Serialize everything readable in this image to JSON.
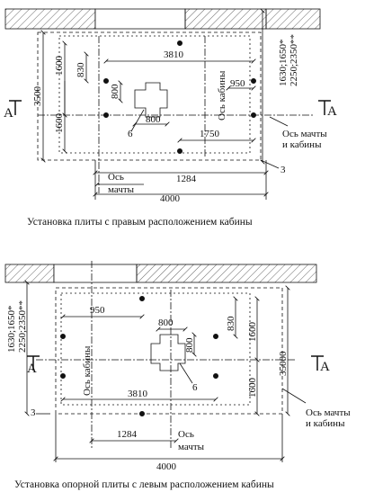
{
  "top": {
    "caption": "Установка плиты с правым расположением кабины",
    "dims": {
      "holes_horizontal": "3810",
      "cabin_offset": "950",
      "width_1750": "1750",
      "d_1600_top": "1600",
      "d_1600_bottom": "1600",
      "d_3500": "3500",
      "d_830": "830",
      "d_800_h": "800",
      "d_800_v": "800",
      "d_1284": "1284",
      "d_4000": "4000",
      "pit_size": "1630;1650*",
      "pit_size2": "2250;2350**"
    },
    "labels": {
      "cabin_axis": "Ось кабины",
      "mast_cabin_axis_1": "Ось мачты",
      "mast_cabin_axis_2": "и кабины",
      "mast_axis_1": "Ось",
      "mast_axis_2": "мачты",
      "ref_6": "6",
      "ref_3": "3",
      "section_left": "А",
      "section_right": "А"
    }
  },
  "bottom": {
    "caption": "Установка опорной плиты с левым расположением кабины",
    "dims": {
      "holes_horizontal": "3810",
      "cabin_offset": "950",
      "d_800_h": "800",
      "d_800_v": "800",
      "d_830": "830",
      "d_1600_top": "1600",
      "d_1600_bottom": "1600",
      "d_35000": "35000",
      "d_1284": "1284",
      "d_4000": "4000",
      "pit_size": "1630;1650*",
      "pit_size2": "2250;2350**"
    },
    "labels": {
      "cabin_axis": "Ось кабины",
      "mast_cabin_axis_1": "Ось мачты",
      "mast_cabin_axis_2": "и кабины",
      "mast_axis_1": "Ось",
      "mast_axis_2": "мачты",
      "ref_6": "6",
      "ref_3": "3",
      "section_left": "А",
      "section_right": "А"
    }
  }
}
